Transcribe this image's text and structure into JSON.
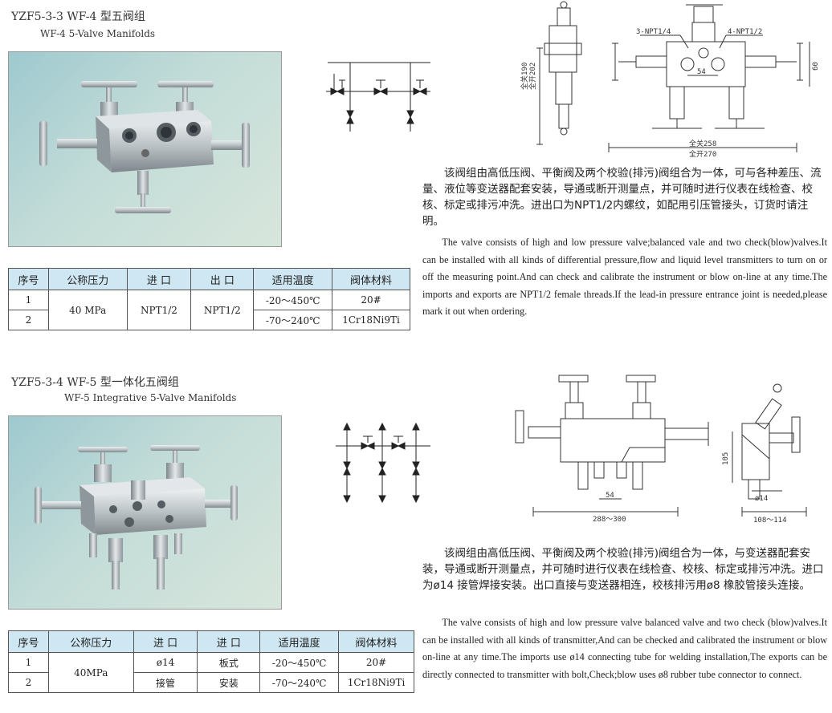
{
  "section1": {
    "title_cn": "YZF5-3-3  WF-4 型五阀组",
    "title_en": "WF-4 5-Valve Manifolds",
    "table": {
      "headers": [
        "序号",
        "公称压力",
        "进  口",
        "出  口",
        "适用温度",
        "阀体材料"
      ],
      "rows": [
        {
          "no": "1",
          "temp": "-20～450℃",
          "material": "20#"
        },
        {
          "no": "2",
          "temp": "-70～240℃",
          "material": "1Cr18Ni9Ti"
        }
      ],
      "pressure": "40 MPa",
      "inlet": "NPT1/2",
      "outlet": "NPT1/2"
    },
    "drawing": {
      "label_left": "3-NPT1/4",
      "label_right": "4-NPT1/2",
      "dim_54": "54",
      "dim_60": "60",
      "dim_h1": "全关190",
      "dim_h2": "全开202",
      "dim_w1": "全关258",
      "dim_w2": "全开270"
    },
    "desc_cn": "该阀组由高低压阀、平衡阀及两个校验(排污)阀组合为一体，可与各种差压、流量、液位等变送器配套安装，导通或断开测量点，并可随时进行仪表在线检查、校核、标定或排污冲洗。进出口为NPT1/2内螺纹，如配用引压管接头，订货时请注明。",
    "desc_en": "The valve consists of high and low pressure valve;balanced vale and two check(blow)valves.It can be installed with all kinds of differential pressure,flow and liquid level transmitters to turn on or off the measuring point.And can check and calibrate the instrument or blow on-line at any time.The imports and exports are NPT1/2 female threads.If the lead-in pressure entrance joint is needed,please mark it out when ordering."
  },
  "section2": {
    "title_cn": "YZF5-3-4 WF-5 型一体化五阀组",
    "title_en": "WF-5 Integrative 5-Valve Manifolds",
    "table": {
      "headers": [
        "序号",
        "公称压力",
        "进  口",
        "进  口",
        "适用温度",
        "阀体材料"
      ],
      "rows": [
        {
          "no": "1",
          "inlet": "ø14",
          "outlet": "板式",
          "temp": "-20～450℃",
          "material": "20#"
        },
        {
          "no": "2",
          "inlet": "接管",
          "outlet": "安装",
          "temp": "-70～240℃",
          "material": "1Cr18Ni9Ti"
        }
      ],
      "pressure": "40MPa"
    },
    "drawing": {
      "dim_54": "54",
      "dim_105": "105",
      "dim_288": "288～300",
      "dim_108": "108～114",
      "dim_d14": "ø14"
    },
    "desc_cn": "该阀组由高低压阀、平衡阀及两个校验(排污)阀组合为一体，与变送器配套安装，导通或断开测量点，并可随时进行仪表在线检查、校核、标定或排污冲洗。进口为ø14 接管焊接安装。出口直接与变送器相连，校核排污用ø8 橡胶管接头连接。",
    "desc_en": "The valve consists of high and low pressure valve balanced valve and two check (blow)valves.It can be installed with all kinds of transmitter,And can be checked and calibrated the instrument or blow on-line at any time.The imports use ø14 connecting tube for welding installation,The exports can be directly connected to transmitter with bolt,Check;blow uses ø8 rubber tube connector to connect."
  }
}
